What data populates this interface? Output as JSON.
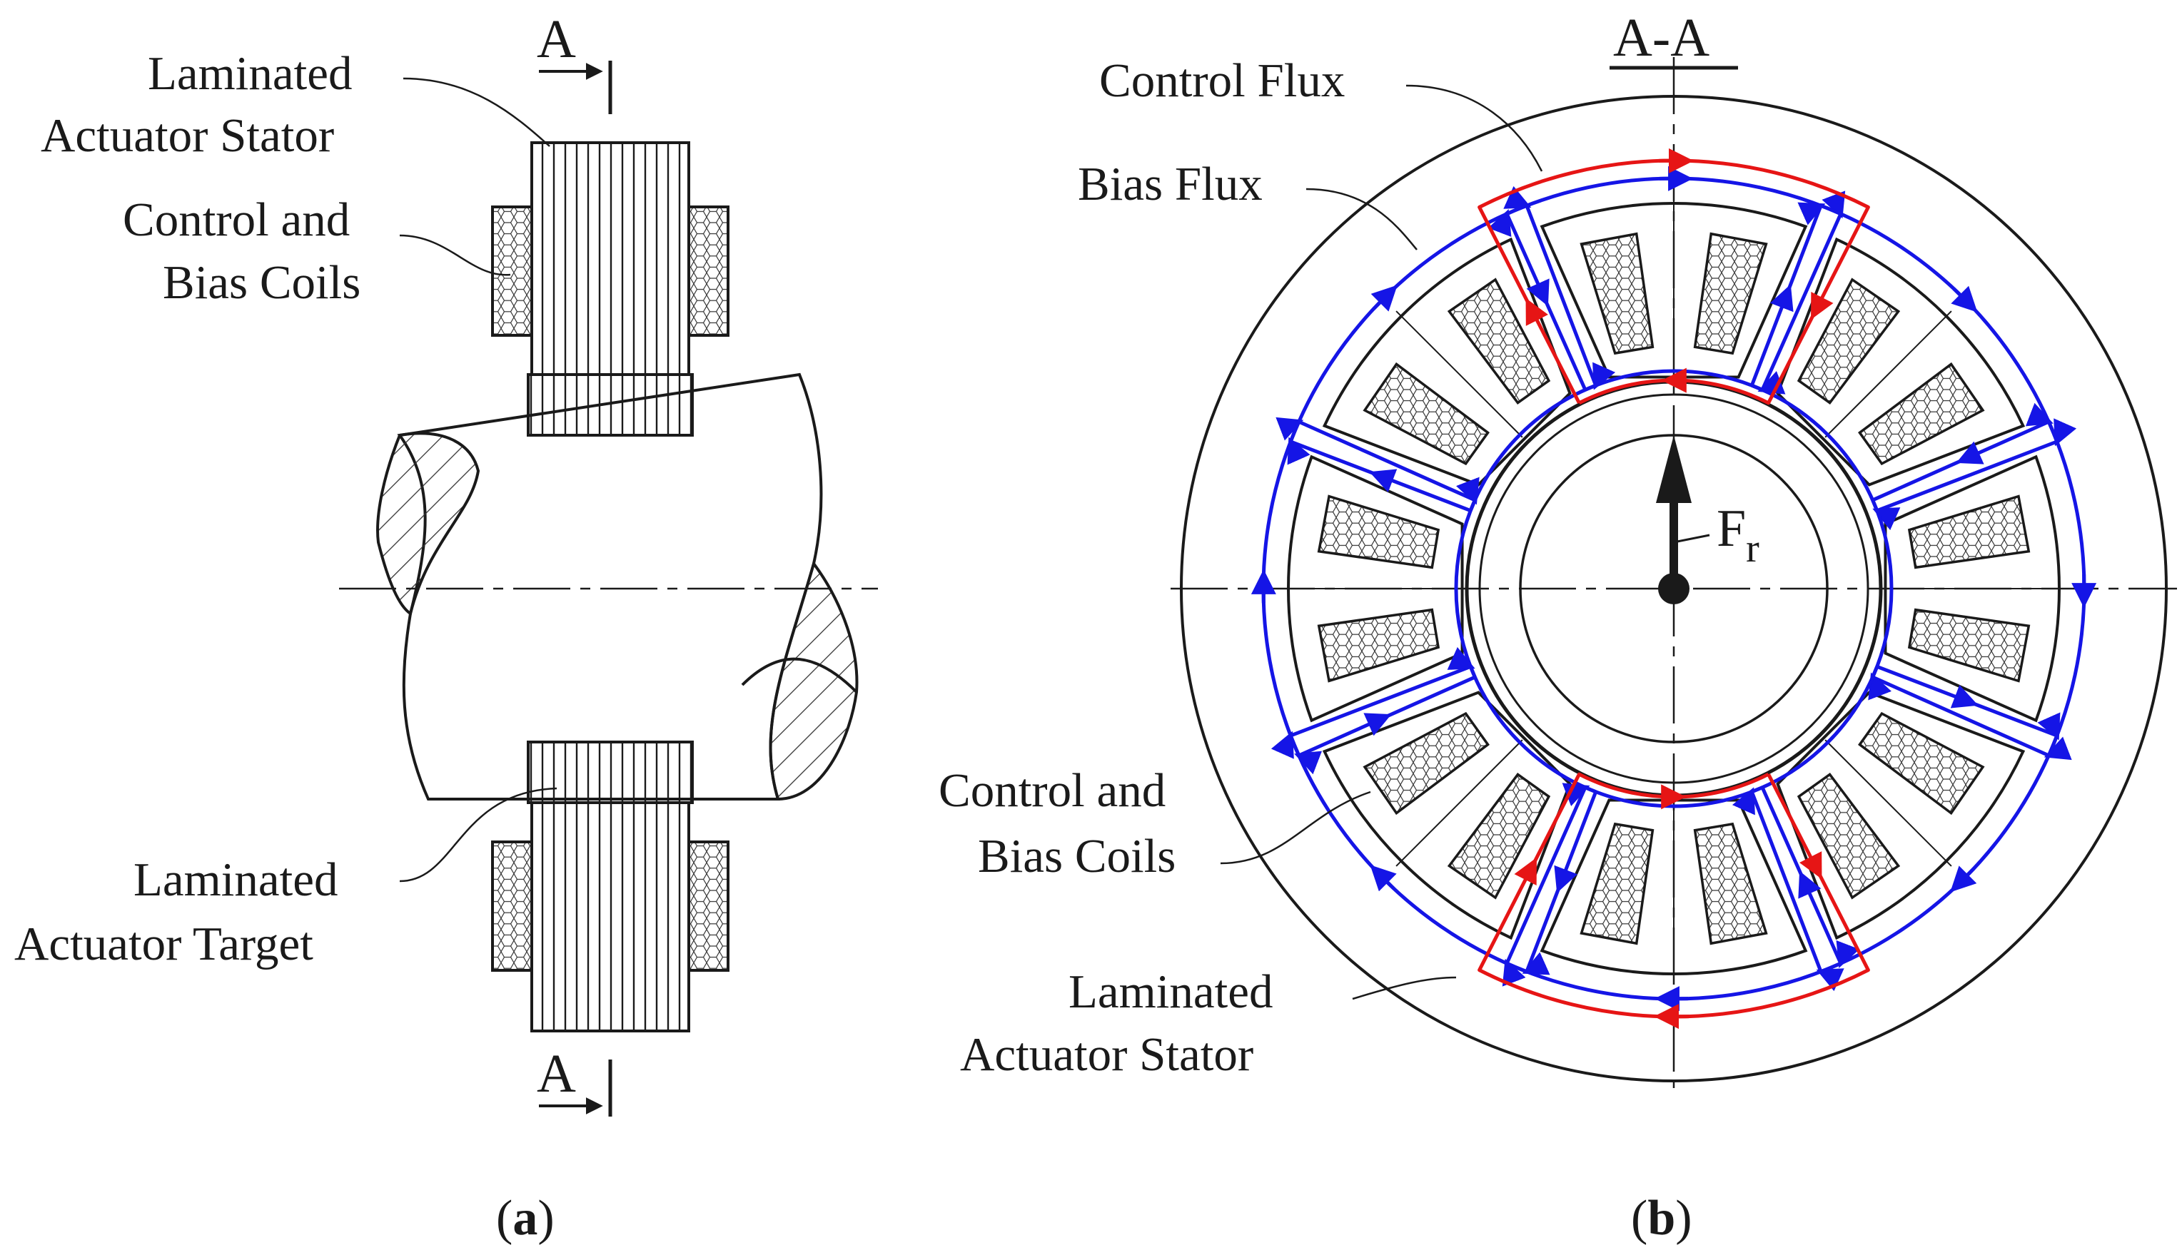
{
  "panel_a": {
    "label_stator_line1": "Laminated",
    "label_stator_line2": "Actuator Stator",
    "label_coils_line1": "Control and",
    "label_coils_line2": "Bias Coils",
    "label_target_line1": "Laminated",
    "label_target_line2": "Actuator Target",
    "section_marker": "A",
    "caption_open": "(",
    "caption_letter": "a",
    "caption_close": ")"
  },
  "panel_b": {
    "section_title": "A-A",
    "label_control_flux": "Control Flux",
    "label_bias_flux": "Bias Flux",
    "label_coils_line1": "Control and",
    "label_coils_line2": "Bias Coils",
    "label_stator_line1": "Laminated",
    "label_stator_line2": "Actuator Stator",
    "force_symbol": "F",
    "force_subscript": "r",
    "caption_open": "(",
    "caption_letter": "b",
    "caption_close": ")"
  },
  "colors": {
    "ink": "#1a1a1a",
    "bias_flux": "#1515e6",
    "control_flux": "#e61515",
    "hatch": "#333333"
  }
}
